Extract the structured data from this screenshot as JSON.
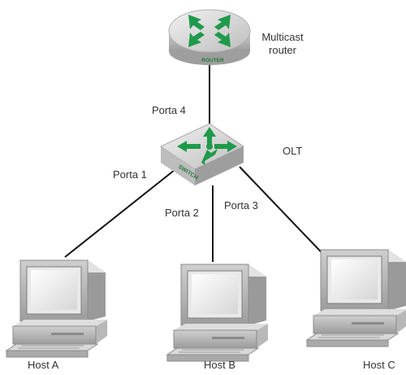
{
  "router": {
    "device_label": "ROUTER",
    "caption_line1": "Multicast",
    "caption_line2": "router",
    "icon": "router-icon"
  },
  "switch": {
    "device_label": "SWITCH",
    "caption": "OLT",
    "icon": "switch-icon"
  },
  "ports": {
    "port4": "Porta 4",
    "port1": "Porta 1",
    "port2": "Porta 2",
    "port3": "Porta 3"
  },
  "hosts": [
    {
      "label": "Host A",
      "icon": "computer-icon"
    },
    {
      "label": "Host B",
      "icon": "computer-icon"
    },
    {
      "label": "Host C",
      "icon": "computer-icon"
    }
  ],
  "colors": {
    "device_gray": "#c9c9c9",
    "arrow_green": "#1f9a4a",
    "link_black": "#111111"
  }
}
